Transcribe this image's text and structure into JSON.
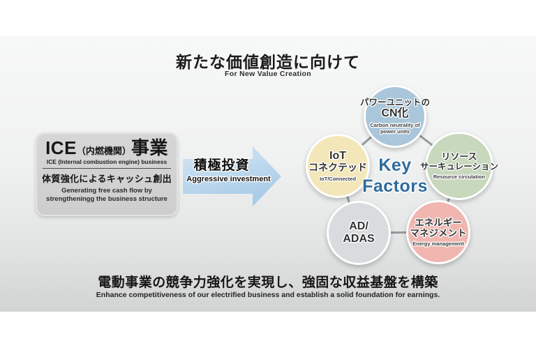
{
  "slide": {
    "title_jp": "新たな価値創造に向けて",
    "title_en": "For New Value Creation",
    "footer_jp": "電動事業の競争力強化を実現し、強固な収益基盤を構築",
    "footer_en": "Enhance competitiveness of our electrified business and establish a solid foundation for earnings."
  },
  "ice_box": {
    "heading_main": "ICE",
    "heading_paren": "（内燃機関）",
    "heading_suffix": "事業",
    "heading_en": "ICE (Internal combustion engine) business",
    "body_jp": "体質強化によるキャッシュ創出",
    "body_en": "Generating free cash flow by strengtheningg the business structure"
  },
  "arrow": {
    "label_jp": "積極投資",
    "label_en": "Aggressive investment",
    "fill_top": "#d4e6f4",
    "fill_bottom": "#a9cce7"
  },
  "diagram": {
    "center_line1": "Key",
    "center_line2": "Factors",
    "center_color": "#2e6b9c",
    "connector_color": "#95999c",
    "factors": [
      {
        "name": "cn-of-power-units",
        "jp1": "パワーユニットの",
        "jp2": "CN化",
        "en1": "Carbon neutrality of",
        "en2": "power units",
        "color": "#a9c6da"
      },
      {
        "name": "iot-connected",
        "jp1": "IoT",
        "jp2": "コネクテッド",
        "en1": "IoT/Connected",
        "en2": "",
        "color": "#f3e6b8"
      },
      {
        "name": "resource-circulation",
        "jp1": "リソース",
        "jp2": "サーキュレーション",
        "en1": "Resource circulation",
        "en2": "",
        "color": "#c8d8bd"
      },
      {
        "name": "ad-adas",
        "jp1": "AD/",
        "jp2": "ADAS",
        "en1": "",
        "en2": "",
        "color": "#d9dcde"
      },
      {
        "name": "energy-management",
        "jp1": "エネルギー",
        "jp2": "マネジメント",
        "en1": "Energy management",
        "en2": "",
        "color": "#f0b6af"
      }
    ]
  }
}
